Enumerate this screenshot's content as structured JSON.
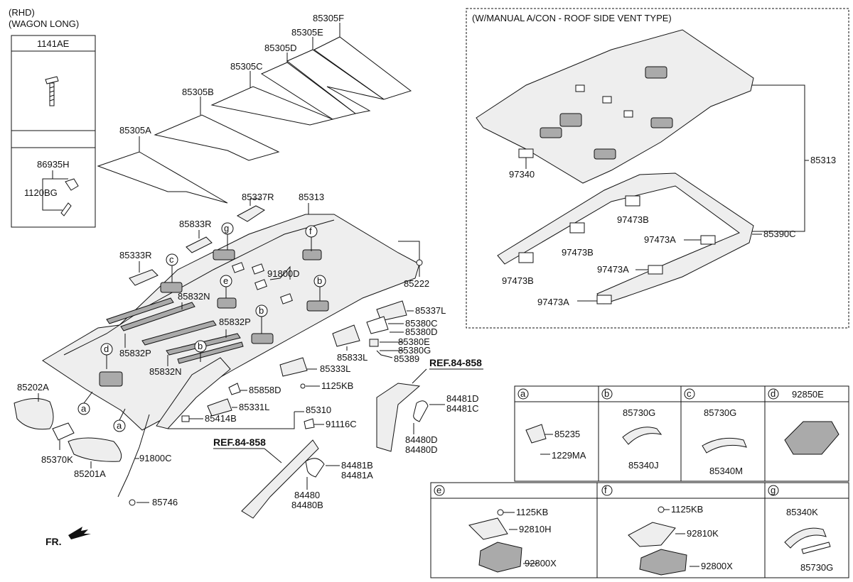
{
  "header": {
    "line1": "(RHD)",
    "line2": "(WAGON LONG)"
  },
  "legend_box": {
    "part_top": "1141AE",
    "part_a": "86935H",
    "part_b": "1120BG"
  },
  "dashed_box": {
    "title": "(W/MANUAL A/CON - ROOF SIDE VENT TYPE)"
  },
  "labels": {
    "p85305F": "85305F",
    "p85305E": "85305E",
    "p85305D": "85305D",
    "p85305C": "85305C",
    "p85305B": "85305B",
    "p85305A": "85305A",
    "p85337R": "85337R",
    "p85313": "85313",
    "p85833R": "85833R",
    "p85333R": "85333R",
    "p91800D": "91800D",
    "p85222": "85222",
    "p85832N_a": "85832N",
    "p85832P_a": "85832P",
    "p85832P_b": "85832P",
    "p85832N_b": "85832N",
    "p85337L": "85337L",
    "p85380C": "85380C",
    "p85380D": "85380D",
    "p85380E": "85380E",
    "p85380G": "85380G",
    "p85833L": "85833L",
    "p85389": "85389",
    "p85333L": "85333L",
    "p1125KB": "1125KB",
    "p85202A": "85202A",
    "p85858D": "85858D",
    "p85331L": "85331L",
    "p85310": "85310",
    "p85414B": "85414B",
    "p91116C": "91116C",
    "p85370K": "85370K",
    "p85201A": "85201A",
    "p91800C": "91800C",
    "p85746": "85746",
    "ref1": "REF.84-858",
    "ref2": "REF.84-858",
    "p84481D": "84481D",
    "p84481C": "84481C",
    "p84480D": "84480D",
    "p84480D2": "84480D",
    "p84481B": "84481B",
    "p84481A": "84481A",
    "p84480": "84480",
    "p84480B": "84480B",
    "fr": "FR.",
    "v97340": "97340",
    "v85313": "85313",
    "v97473B_a": "97473B",
    "v97473B_b": "97473B",
    "v97473B_c": "97473B",
    "v97473A_a": "97473A",
    "v97473A_b": "97473A",
    "v97473A_c": "97473A",
    "v85390C": "85390C"
  },
  "callouts": {
    "a": "a",
    "b": "b",
    "c": "c",
    "d": "d",
    "e": "e",
    "f": "f",
    "g": "g"
  },
  "table": {
    "a": {
      "key": "a",
      "parts": [
        "85235",
        "1229MA"
      ]
    },
    "b": {
      "key": "b",
      "parts": [
        "85730G",
        "85340J"
      ]
    },
    "c": {
      "key": "c",
      "parts": [
        "85730G",
        "85340M"
      ]
    },
    "d": {
      "key": "d",
      "title": "92850E"
    },
    "e": {
      "key": "e",
      "parts": [
        "1125KB",
        "92810H",
        "92800X"
      ]
    },
    "f": {
      "key": "f",
      "parts": [
        "1125KB",
        "92810K",
        "92800X"
      ]
    },
    "g": {
      "key": "g",
      "parts": [
        "85340K",
        "85730G"
      ]
    }
  }
}
